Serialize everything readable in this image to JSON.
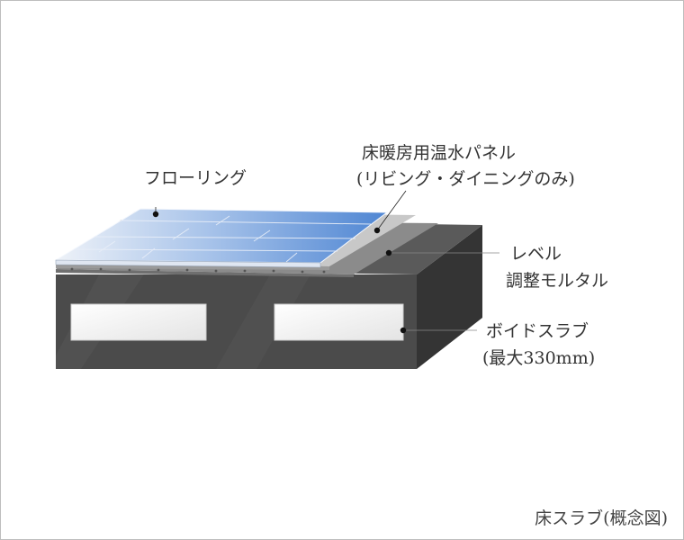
{
  "labels": {
    "flooring": "フローリング",
    "heating_panel_line1": "床暖房用温水パネル",
    "heating_panel_line2": "(リビング・ダイニングのみ)",
    "mortar_line1": "レベル",
    "mortar_line2": "調整モルタル",
    "slab_line1": "ボイドスラブ",
    "slab_line2": "(最大330mm)"
  },
  "caption": "床スラブ(概念図)",
  "colors": {
    "slab_front": "#4a4a4a",
    "slab_side": "#333333",
    "slab_top": "#585858",
    "mortar": "#8e8e8e",
    "panel_top": "#5b8fd6",
    "panel_top_light": "#e9eef6",
    "void_window": "#f2f2f2"
  }
}
